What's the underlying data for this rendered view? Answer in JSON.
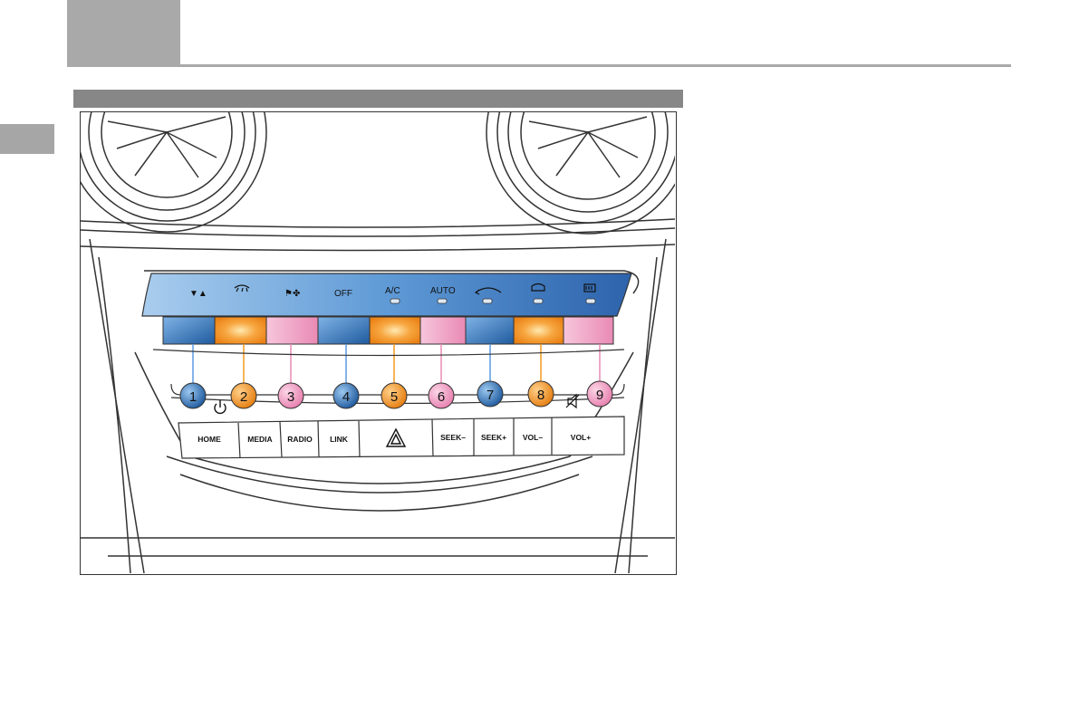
{
  "panel": {
    "top_labels": {
      "airflow": "▼▲",
      "off": "OFF",
      "ac": "A/C",
      "auto": "AUTO"
    },
    "callouts": [
      "1",
      "2",
      "3",
      "4",
      "5",
      "6",
      "7",
      "8",
      "9"
    ],
    "media_buttons": {
      "home": "HOME",
      "media": "MEDIA",
      "radio": "RADIO",
      "link": "LINK",
      "seek_minus": "SEEK–",
      "seek_plus": "SEEK+",
      "vol_minus": "VOL–",
      "vol_plus": "VOL+"
    }
  },
  "colors": {
    "blue": "#2f6fb6",
    "orange": "#f39a1e",
    "pink": "#ef9cc3",
    "panel_blue": "#3f7fc6",
    "header_gray": "#a9a9a9"
  },
  "icons": {
    "hazard": "hazard-triangle-icon",
    "power": "power-icon",
    "mute": "mute-icon",
    "windshield_defrost": "windshield-defrost-icon",
    "rear_defrost": "rear-defrost-icon",
    "recirculation": "recirculation-icon"
  }
}
